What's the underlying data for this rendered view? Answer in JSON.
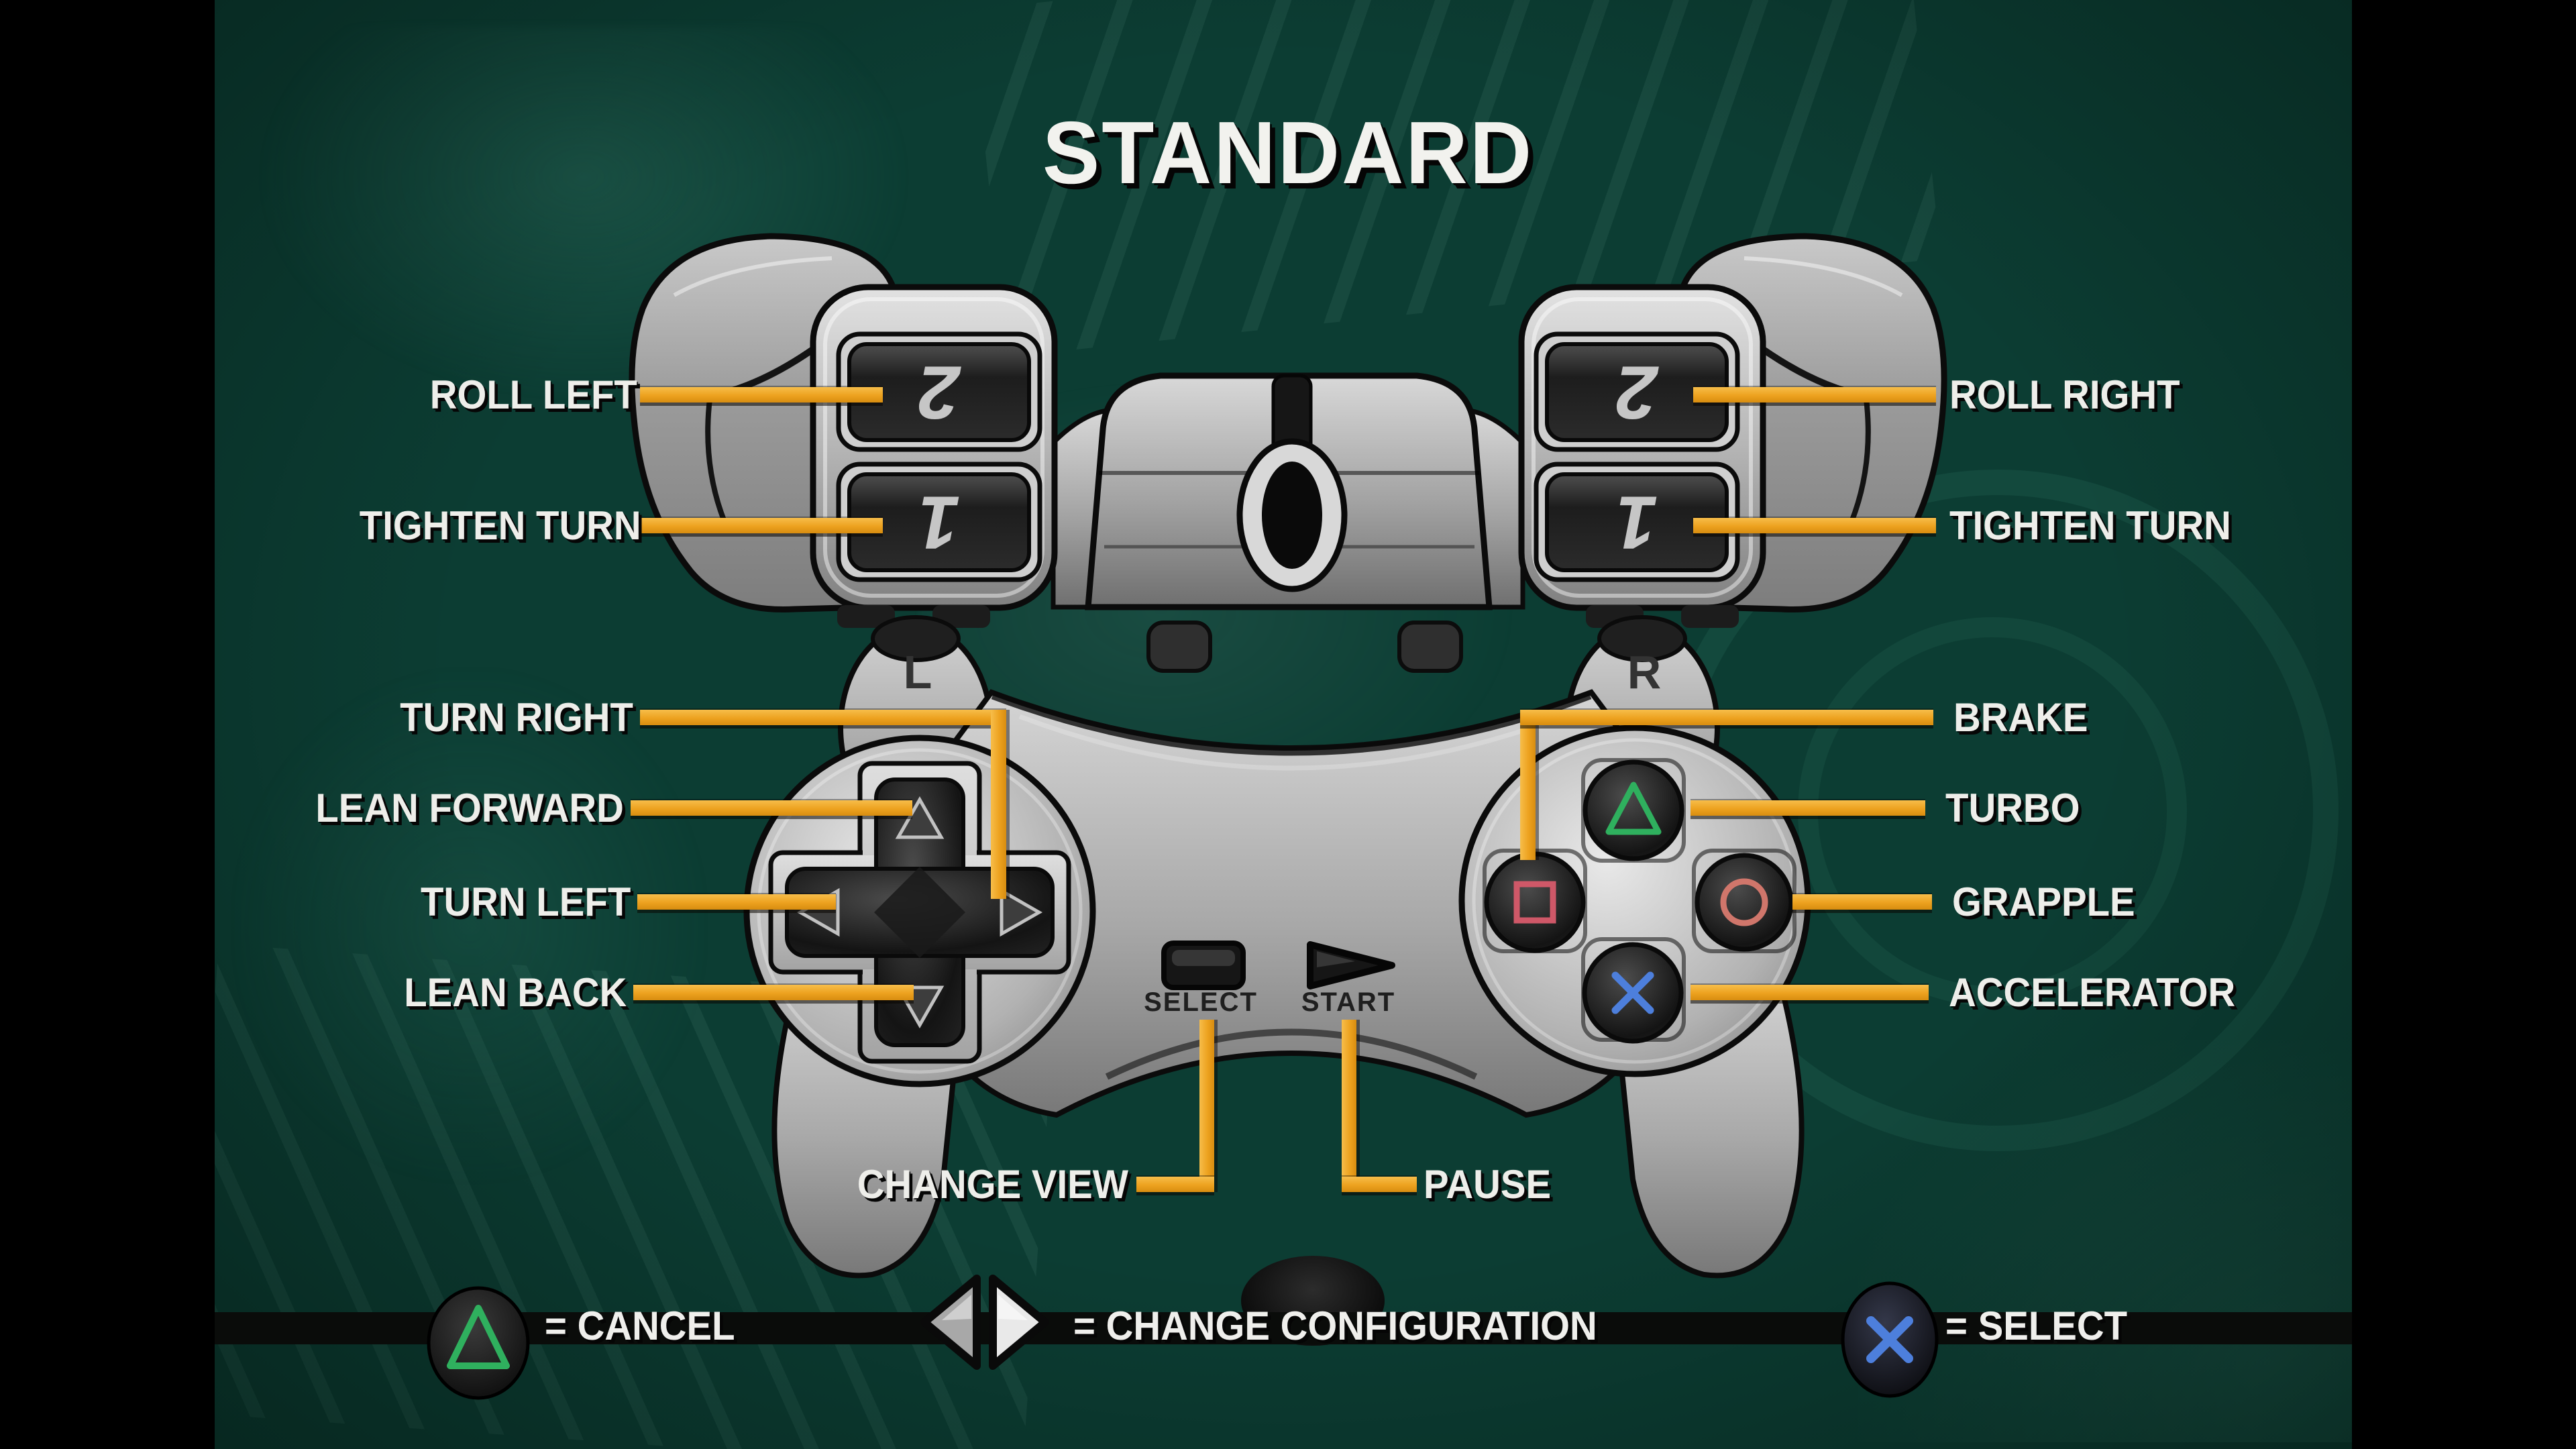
{
  "screen": {
    "title": "STANDARD"
  },
  "controller": {
    "l2": "2",
    "l1": "1",
    "r2": "2",
    "r1": "1",
    "left_grip": "L",
    "right_grip": "R",
    "select": "SELECT",
    "start": "START"
  },
  "mappings": {
    "roll_left": "ROLL LEFT",
    "tighten_turn_left": "TIGHTEN TURN",
    "roll_right": "ROLL RIGHT",
    "tighten_turn_right": "TIGHTEN TURN",
    "turn_right": "TURN RIGHT",
    "lean_forward": "LEAN FORWARD",
    "turn_left": "TURN LEFT",
    "lean_back": "LEAN BACK",
    "brake": "BRAKE",
    "turbo": "TURBO",
    "grapple": "GRAPPLE",
    "accelerator": "ACCELERATOR",
    "change_view": "CHANGE VIEW",
    "pause": "PAUSE"
  },
  "footer": {
    "cancel": "= CANCEL",
    "change_configuration": "= CHANGE CONFIGURATION",
    "select": "= SELECT"
  },
  "icons": {
    "cancel": "triangle-button-icon",
    "change_configuration": "left-right-arrows-icon",
    "select": "cross-button-icon"
  },
  "colors": {
    "background": "#0c3d33",
    "line_orange": "#eda21f",
    "triangle_green": "#2fb05e",
    "square_pink": "#cf5868",
    "circle_red": "#d0766b",
    "cross_blue": "#4d7fdc"
  }
}
